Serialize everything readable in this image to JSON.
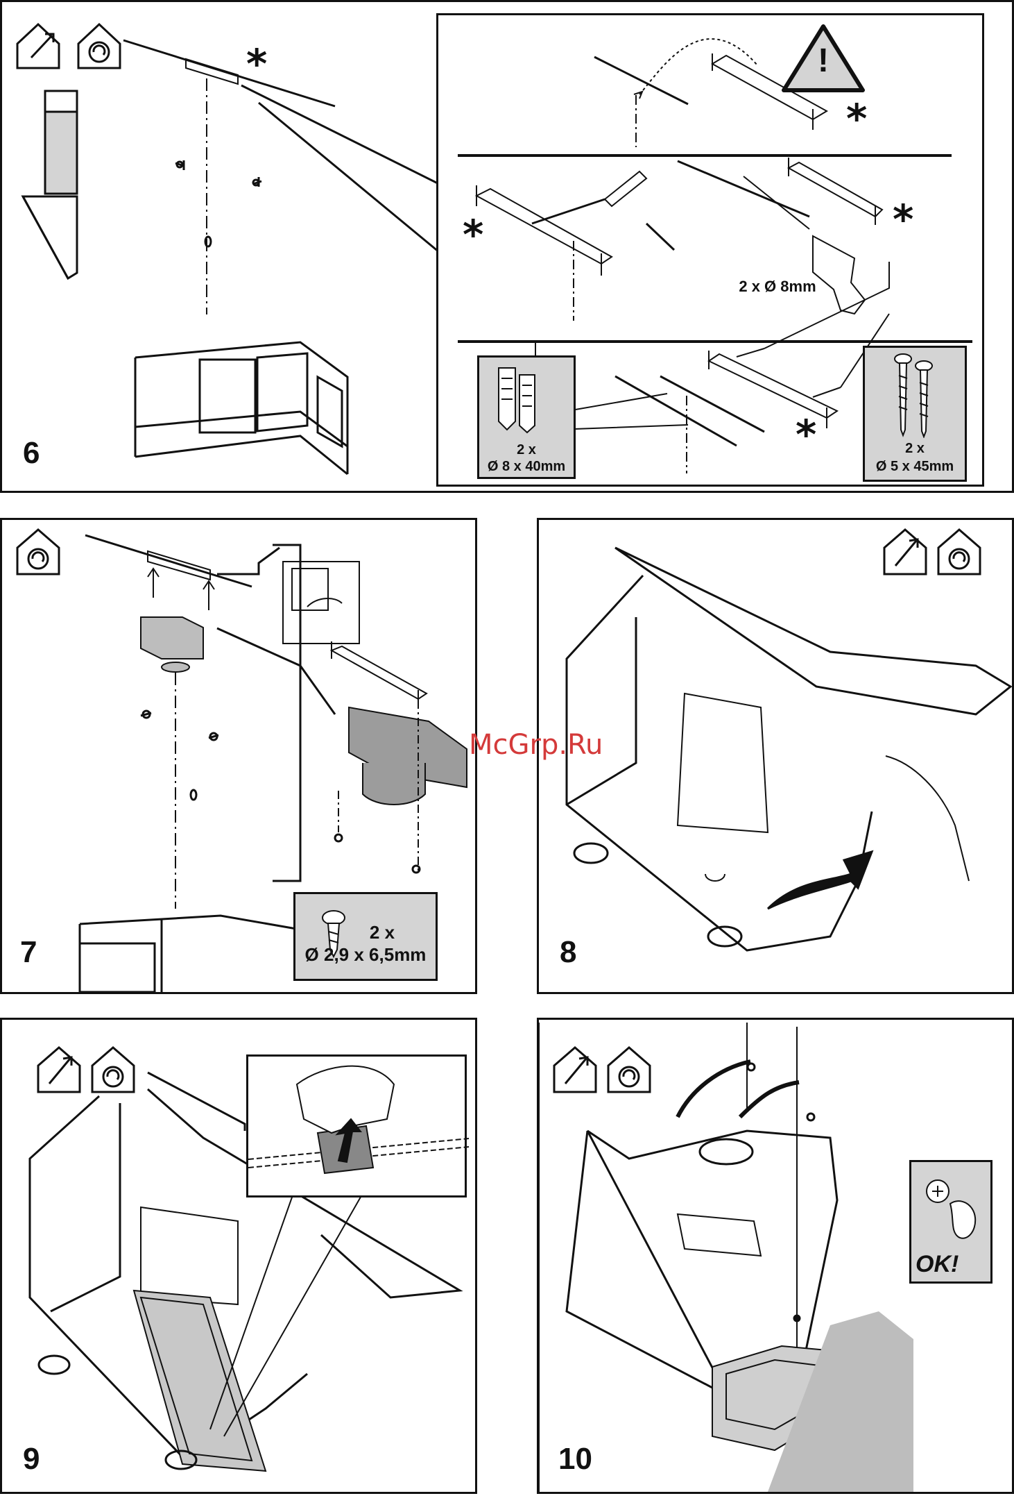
{
  "steps": {
    "s6": {
      "number": "6",
      "drill_label": "2 x Ø 8mm",
      "plugs_qty": "2 x",
      "plugs_size": "Ø 8 x 40mm",
      "screws_qty": "2 x",
      "screws_size": "Ø 5 x 45mm"
    },
    "s7": {
      "number": "7",
      "screw_qty": "2 x",
      "screw_size": "Ø 2,9 x 6,5mm"
    },
    "s8": {
      "number": "8"
    },
    "s9": {
      "number": "9"
    },
    "s10": {
      "number": "10",
      "ok_label": "OK!"
    }
  },
  "markers": {
    "asterisk": "*",
    "warning": "!"
  },
  "watermark": "McGrp.Ru",
  "colors": {
    "line": "#111111",
    "callout_fill": "#d4d4d4",
    "watermark": "#d43a3a"
  }
}
